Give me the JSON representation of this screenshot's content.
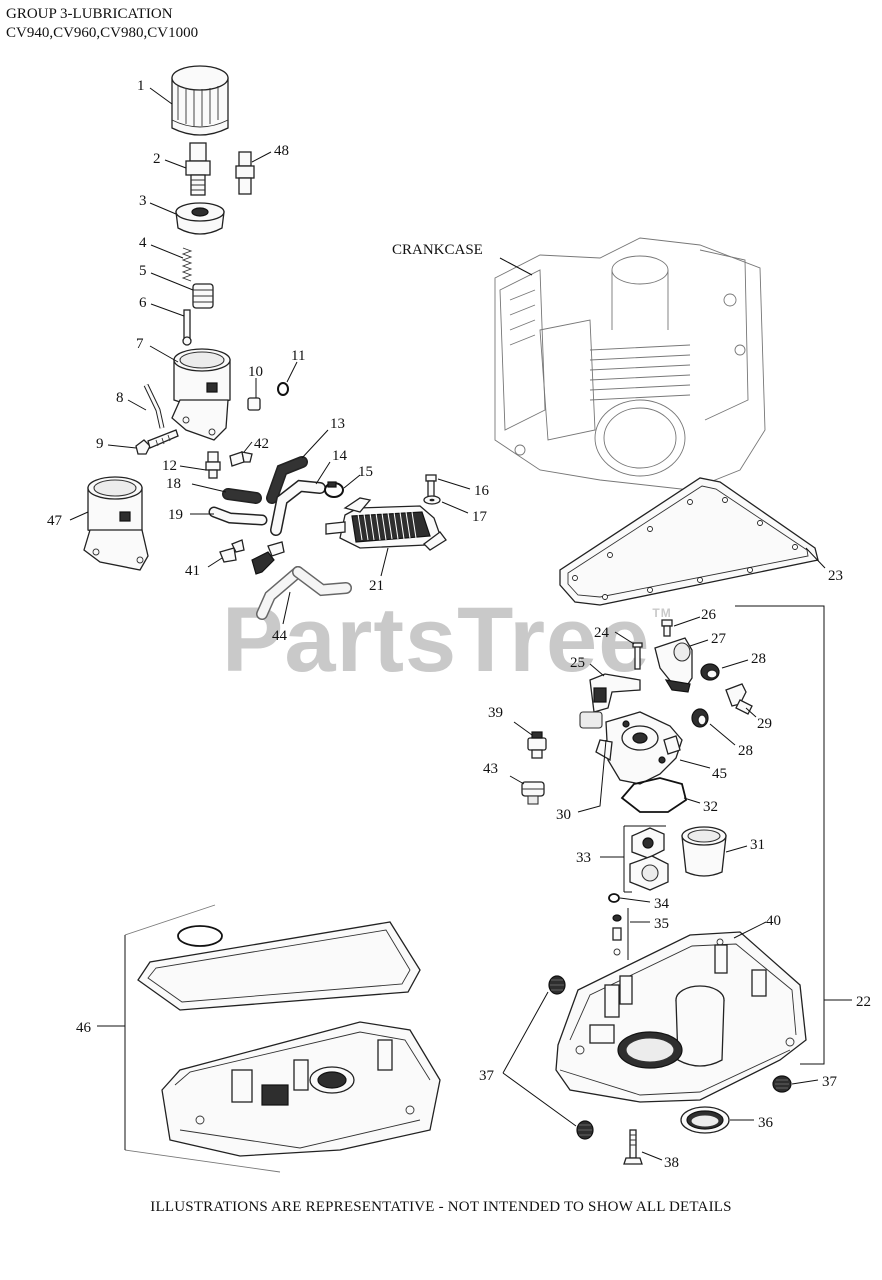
{
  "header": {
    "line1": "GROUP 3-LUBRICATION",
    "line2": "CV940,CV960,CV980,CV1000"
  },
  "watermark": {
    "text": "PartsTree",
    "mark": "TM"
  },
  "crankcase_label": "CRANKCASE",
  "callouts": {
    "c1": "1",
    "c2": "2",
    "c3": "3",
    "c4": "4",
    "c5": "5",
    "c6": "6",
    "c7": "7",
    "c8": "8",
    "c9": "9",
    "c10": "10",
    "c11": "11",
    "c12": "12",
    "c13": "13",
    "c14": "14",
    "c15": "15",
    "c16": "16",
    "c17": "17",
    "c18": "18",
    "c19": "19",
    "c21": "21",
    "c22": "22",
    "c23": "23",
    "c24": "24",
    "c25": "25",
    "c26": "26",
    "c27": "27",
    "c28a": "28",
    "c28b": "28",
    "c29": "29",
    "c30": "30",
    "c31": "31",
    "c32": "32",
    "c33": "33",
    "c34": "34",
    "c35": "35",
    "c36": "36",
    "c37a": "37",
    "c37b": "37",
    "c38": "38",
    "c39": "39",
    "c40": "40",
    "c41": "41",
    "c42": "42",
    "c43": "43",
    "c44": "44",
    "c45": "45",
    "c46": "46",
    "c47": "47",
    "c48": "48"
  },
  "footer": "ILLUSTRATIONS ARE REPRESENTATIVE - NOT INTENDED TO SHOW ALL DETAILS"
}
